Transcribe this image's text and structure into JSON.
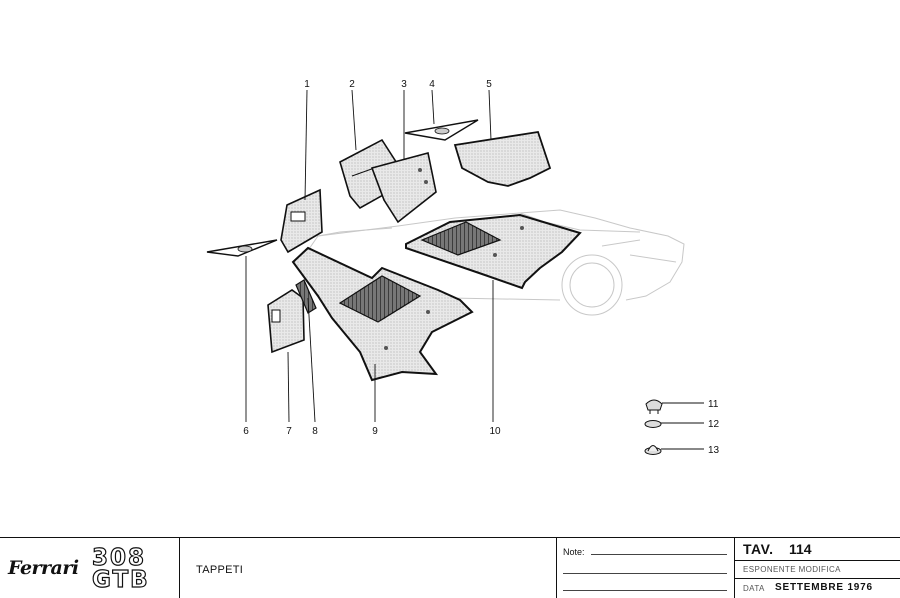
{
  "diagram": {
    "callouts": [
      "1",
      "2",
      "3",
      "4",
      "5",
      "6",
      "7",
      "8",
      "9",
      "10",
      "11",
      "12",
      "13"
    ],
    "colors": {
      "ink": "#111111",
      "ghost": "#c8c8c8",
      "carpet_fill": "#e4e4e4"
    },
    "parts": [
      "mat-1-side-panel",
      "mat-2-panel",
      "mat-3-panel",
      "mat-4-triangular-trim",
      "mat-5-rear-panel",
      "mat-6-triangular-trim",
      "mat-7-small-panel",
      "mat-8-strip",
      "mat-9-driver-floor-mat",
      "mat-10-passenger-floor-mat",
      "fastener-11",
      "fastener-12",
      "fastener-13",
      "car-silhouette"
    ]
  },
  "title_block": {
    "brand": "Ferrari",
    "model_line1": "308",
    "model_line2": "GTB",
    "description": "TAPPETI",
    "notes_label": "Note:",
    "tav_label": "TAV.",
    "tav_number": "114",
    "esponente_label": "ESPONENTE  MODIFICA",
    "data_label": "DATA",
    "data_value": "SETTEMBRE 1976"
  }
}
